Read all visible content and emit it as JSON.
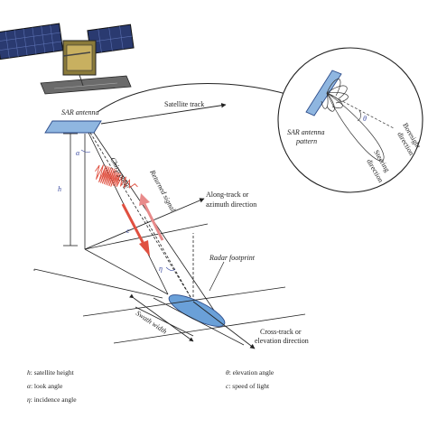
{
  "colors": {
    "antenna_fill": "#8fb6e0",
    "antenna_stroke": "#2b4b8a",
    "footprint_fill": "#6aa0d8",
    "pulse_red": "#e05040",
    "return_pink": "#e88a8a",
    "line": "#222222",
    "symbol_blue": "#3a4aa0"
  },
  "labels": {
    "sar_antenna": "SAR antenna",
    "satellite_track": "Satellite track",
    "sar_antenna_pattern_1": "SAR antenna",
    "sar_antenna_pattern_2": "pattern",
    "boresight_1": "Boresight",
    "boresight_2": "direction",
    "steering_1": "Steering",
    "steering_2": "direction",
    "chirp_pulse": "Chirp pulse",
    "returned_signal": "Returned signal",
    "along_track_1": "Along-track or",
    "along_track_2": "azimuth direction",
    "radar_footprint": "Radar footprint",
    "swath_width": "Swath width",
    "cross_track_1": "Cross-track or",
    "cross_track_2": "elevation direction"
  },
  "symbols": {
    "h": "h",
    "alpha": "α",
    "eta": "η",
    "c": "c",
    "theta": "θ"
  },
  "legend": {
    "h_sym": "h",
    "h_text": ": satellite height",
    "alpha_sym": "α",
    "alpha_text": ": look angle",
    "eta_sym": "η",
    "eta_text": ": incidence angle",
    "theta_sym": "θ",
    "theta_text": ": elevation angle",
    "c_sym": "c",
    "c_text": ": speed of light"
  }
}
